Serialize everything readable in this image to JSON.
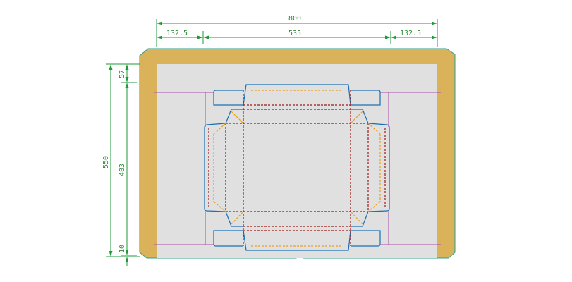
{
  "dimensions": {
    "overall_width": "800",
    "left_margin": "132.5",
    "center_width": "535",
    "right_margin": "132.5",
    "overall_height": "550",
    "top_margin": "57",
    "inner_height": "483",
    "bottom_margin": "10"
  },
  "colors": {
    "background": "#ffffff",
    "board_fill": "#d9b25a",
    "board_stroke": "#2e9e8c",
    "panel_fill": "#e0e0e0",
    "dimension_line": "#1f9a3a",
    "dimension_text": "#2e8b3a",
    "cut_line": "#1a6fb3",
    "fold_line": "#9b1b1b",
    "perforation_line": "#e8a020",
    "guide_line": "#a64ca6"
  }
}
